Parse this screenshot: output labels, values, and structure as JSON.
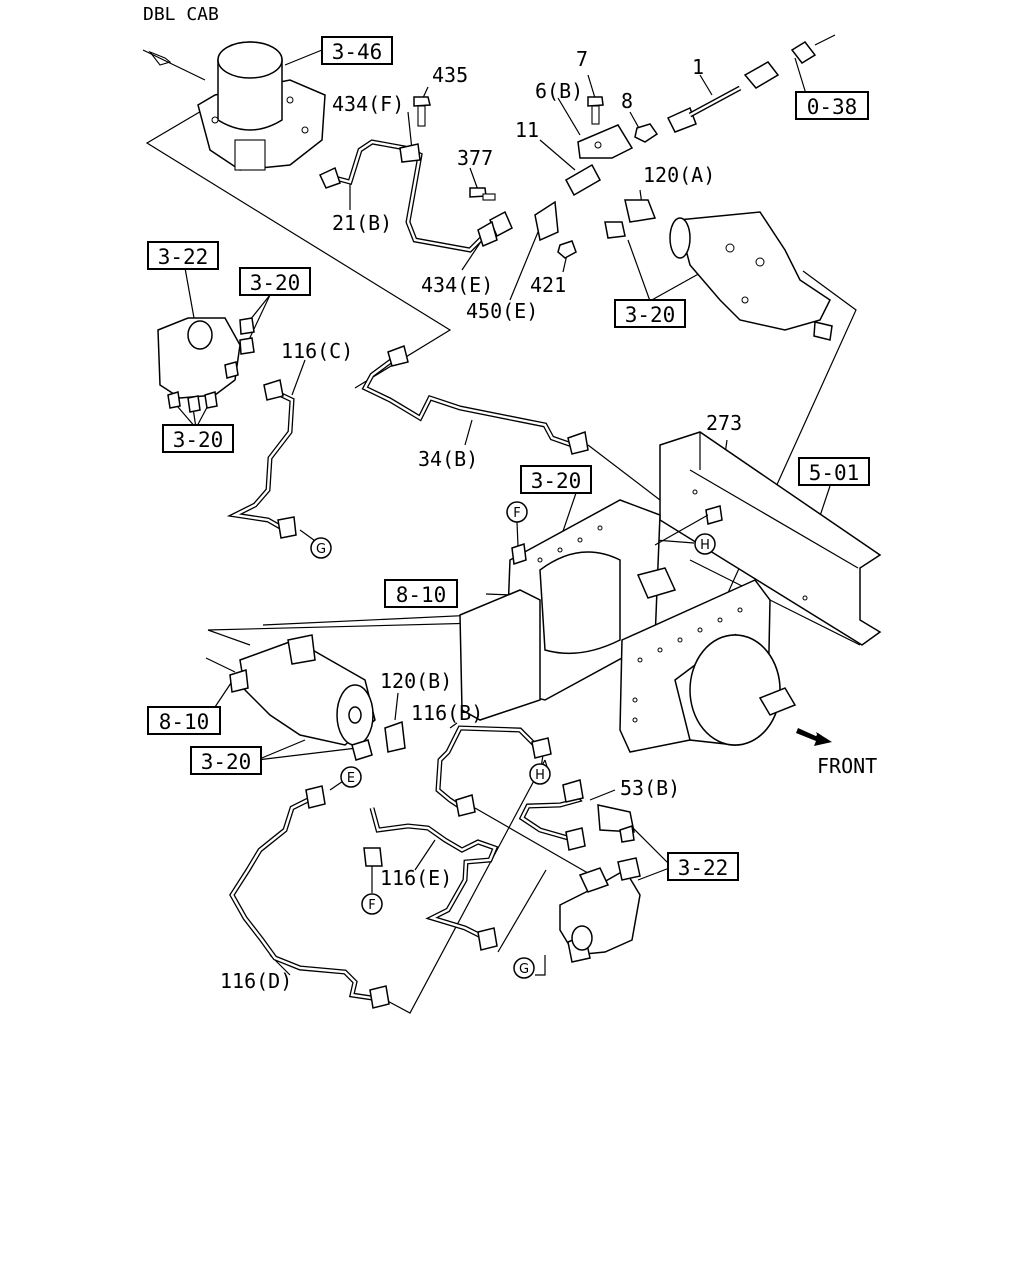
{
  "title": "DBL CAB",
  "ref_boxes": {
    "r346": "3-46",
    "r038": "0-38",
    "r322_top": "3-22",
    "r320_a": "3-20",
    "r320_b": "3-20",
    "r320_c": "3-20",
    "r320_d": "3-20",
    "r501": "5-01",
    "r810_a": "8-10",
    "r810_b": "8-10",
    "r320_e": "3-20",
    "r322_bot": "3-22"
  },
  "part_labels": {
    "p435": "435",
    "p434f": "434(F)",
    "p7": "7",
    "p6b": "6(B)",
    "p8": "8",
    "p1": "1",
    "p11": "11",
    "p377": "377",
    "p120a": "120(A)",
    "p21b": "21(B)",
    "p434e": "434(E)",
    "p421": "421",
    "p450e": "450(E)",
    "p116c": "116(C)",
    "p34b": "34(B)",
    "p273": "273",
    "p120b": "120(B)",
    "p116b": "116(B)",
    "p53b": "53(B)",
    "p116e": "116(E)",
    "p116d": "116(D)"
  },
  "connectors": {
    "c_g1": "G",
    "c_h1": "H",
    "c_f1": "F",
    "c_e1": "E",
    "c_h2": "H",
    "c_f2": "F",
    "c_g2": "G"
  },
  "direction_label": "FRONT"
}
